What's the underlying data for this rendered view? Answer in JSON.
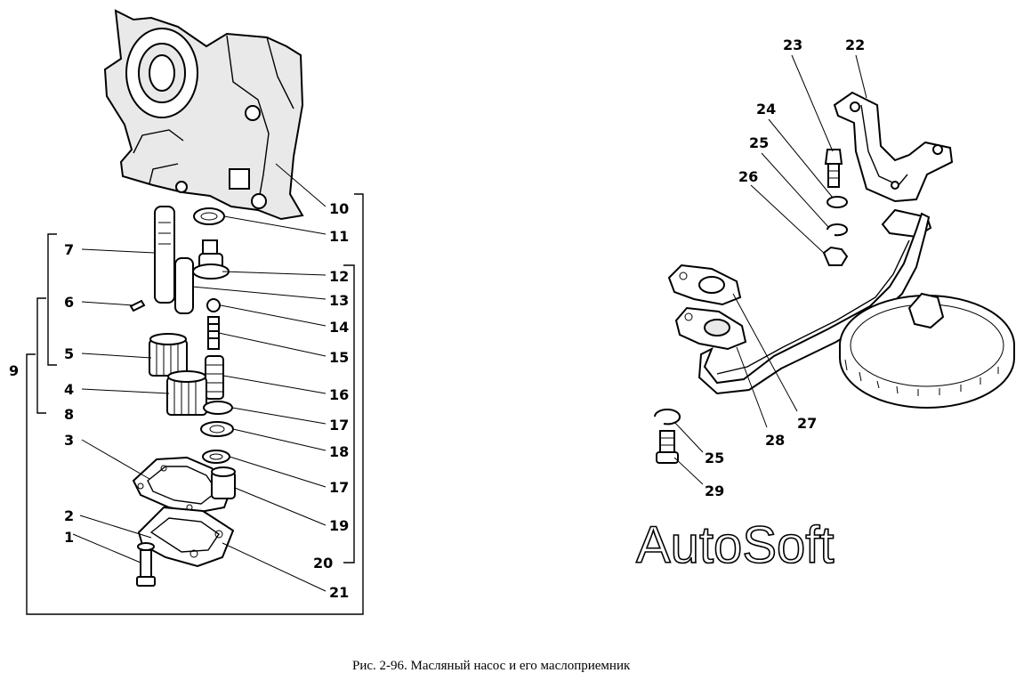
{
  "figure": {
    "caption": "Рис. 2-96. Масляный насос и его маслоприемник",
    "watermark": "AutoSoft"
  },
  "callouts": {
    "n1": "1",
    "n2": "2",
    "n3": "3",
    "n4": "4",
    "n5": "5",
    "n6": "6",
    "n7": "7",
    "n8": "8",
    "n9": "9",
    "n10": "10",
    "n11": "11",
    "n12": "12",
    "n13": "13",
    "n14": "14",
    "n15": "15",
    "n16": "16",
    "n17a": "17",
    "n17b": "17",
    "n18": "18",
    "n19": "19",
    "n20": "20",
    "n21": "21",
    "n22": "22",
    "n23": "23",
    "n24": "24",
    "n25a": "25",
    "n25b": "25",
    "n26": "26",
    "n27": "27",
    "n28": "28",
    "n29": "29"
  }
}
